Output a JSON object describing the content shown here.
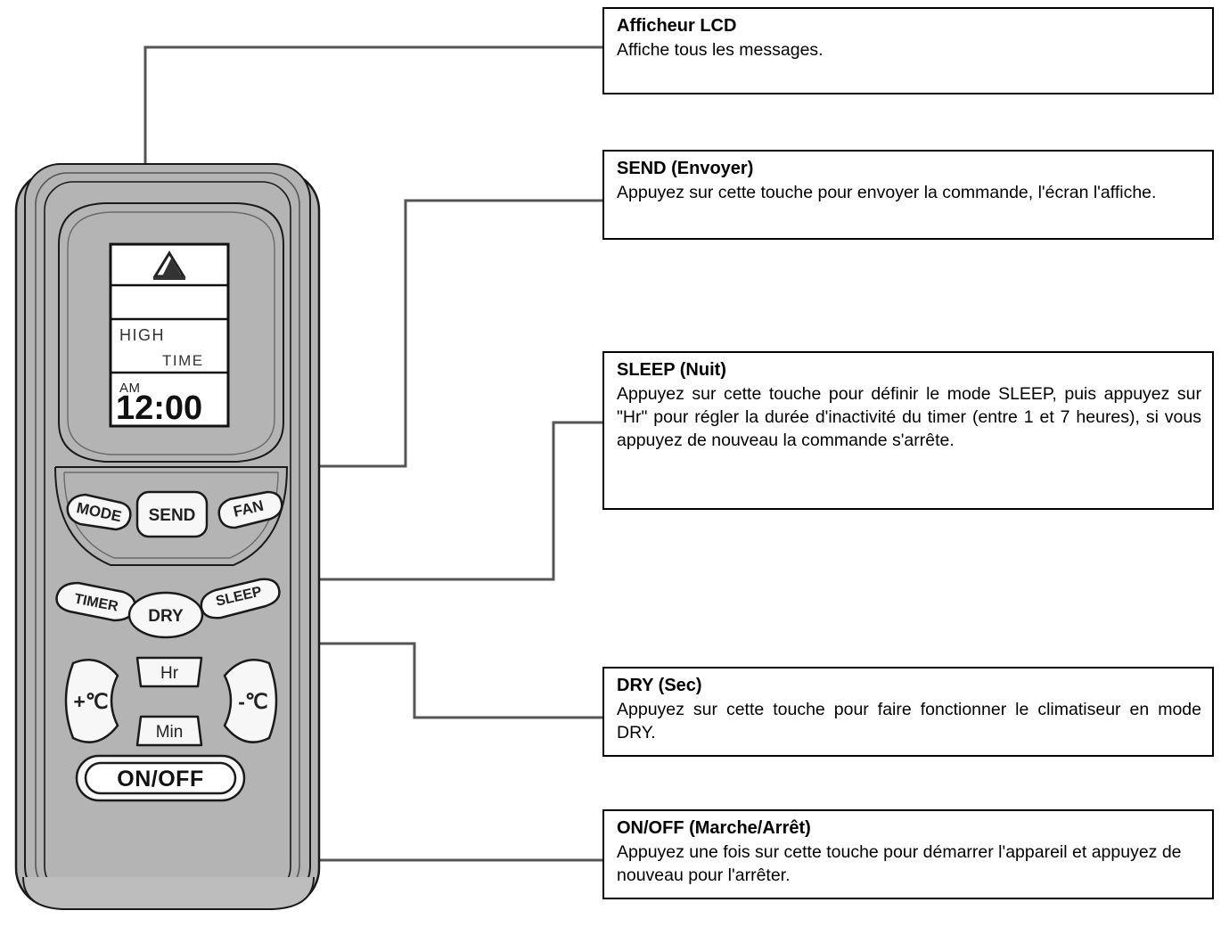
{
  "document": {
    "type": "remote-control-diagram",
    "language": "fr"
  },
  "colors": {
    "body_grey": "#b4b4b4",
    "body_grey_dark": "#9a9a9a",
    "button_white": "#f7f7f7",
    "outline": "#1a1a1a",
    "leader_line": "#555555",
    "box_border": "#000000",
    "page_background": "#ffffff"
  },
  "callouts": [
    {
      "id": "lcd",
      "title": "Afficheur LCD",
      "body": "Affiche tous les messages.",
      "justified": false
    },
    {
      "id": "send",
      "title": "SEND (Envoyer)",
      "body": "Appuyez sur cette touche pour envoyer la commande, l'écran l'affiche.",
      "justified": true
    },
    {
      "id": "sleep",
      "title": "SLEEP (Nuit)",
      "body": "Appuyez sur cette touche pour définir le mode SLEEP, puis appuyez sur \"Hr\" pour régler la durée d'inactivité du timer (entre 1 et 7 heures), si vous appuyez de nouveau la commande s'arrête.",
      "justified": true
    },
    {
      "id": "dry",
      "title": "DRY (Sec)",
      "body": "Appuyez sur cette touche pour faire fonctionner le climatiseur en mode DRY.",
      "justified": true
    },
    {
      "id": "onoff",
      "title": "ON/OFF (Marche/Arrêt)",
      "body": "Appuyez une fois sur cette touche pour démarrer l'appareil et appuyez de nouveau pour l'arrêter.",
      "justified": false
    }
  ],
  "remote": {
    "lcd": {
      "icon": "heat-triangle-icon",
      "row_empty": "",
      "fan_speed": "HIGH",
      "timer_label": "TIME",
      "meridiem": "AM",
      "clock": "12:00"
    },
    "buttons": [
      {
        "id": "mode",
        "label": "MODE",
        "row": 1,
        "shape": "rounded-tilt-left"
      },
      {
        "id": "send",
        "label": "SEND",
        "row": 1,
        "shape": "rounded-square"
      },
      {
        "id": "fan",
        "label": "FAN",
        "row": 1,
        "shape": "rounded-tilt-right"
      },
      {
        "id": "timer",
        "label": "TIMER",
        "row": 2,
        "shape": "oval-tilt-left"
      },
      {
        "id": "dry",
        "label": "DRY",
        "row": 2,
        "shape": "oval"
      },
      {
        "id": "sleep",
        "label": "SLEEP",
        "row": 2,
        "shape": "oval-tilt-right"
      },
      {
        "id": "temp-up",
        "label": "+℃",
        "row": 3,
        "shape": "crescent-left"
      },
      {
        "id": "hour",
        "label": "Hr",
        "row": 3,
        "shape": "trapezoid"
      },
      {
        "id": "minute",
        "label": "Min",
        "row": 3,
        "shape": "trapezoid"
      },
      {
        "id": "temp-down",
        "label": "-℃",
        "row": 3,
        "shape": "crescent-right"
      },
      {
        "id": "onoff",
        "label": "ON/OFF",
        "row": 4,
        "shape": "pill-double"
      }
    ]
  }
}
